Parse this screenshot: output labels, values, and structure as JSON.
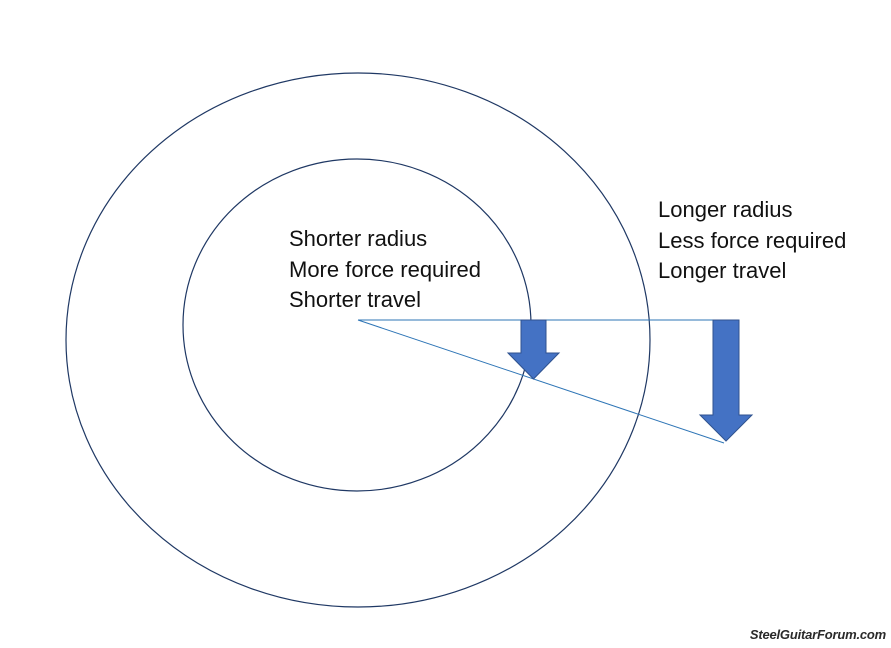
{
  "colors": {
    "circle_stroke": "#1f3864",
    "radius_line": "#2e75b6",
    "arrow_fill": "#4472c4",
    "arrow_stroke": "#2f528f",
    "text": "#111111"
  },
  "inner_circle": {
    "lines": [
      "Shorter radius",
      "More force required",
      "Shorter travel"
    ]
  },
  "outer_circle": {
    "lines": [
      "Longer radius",
      "Less force required",
      "Longer travel"
    ]
  },
  "watermark": "SteelGuitarForum.com"
}
